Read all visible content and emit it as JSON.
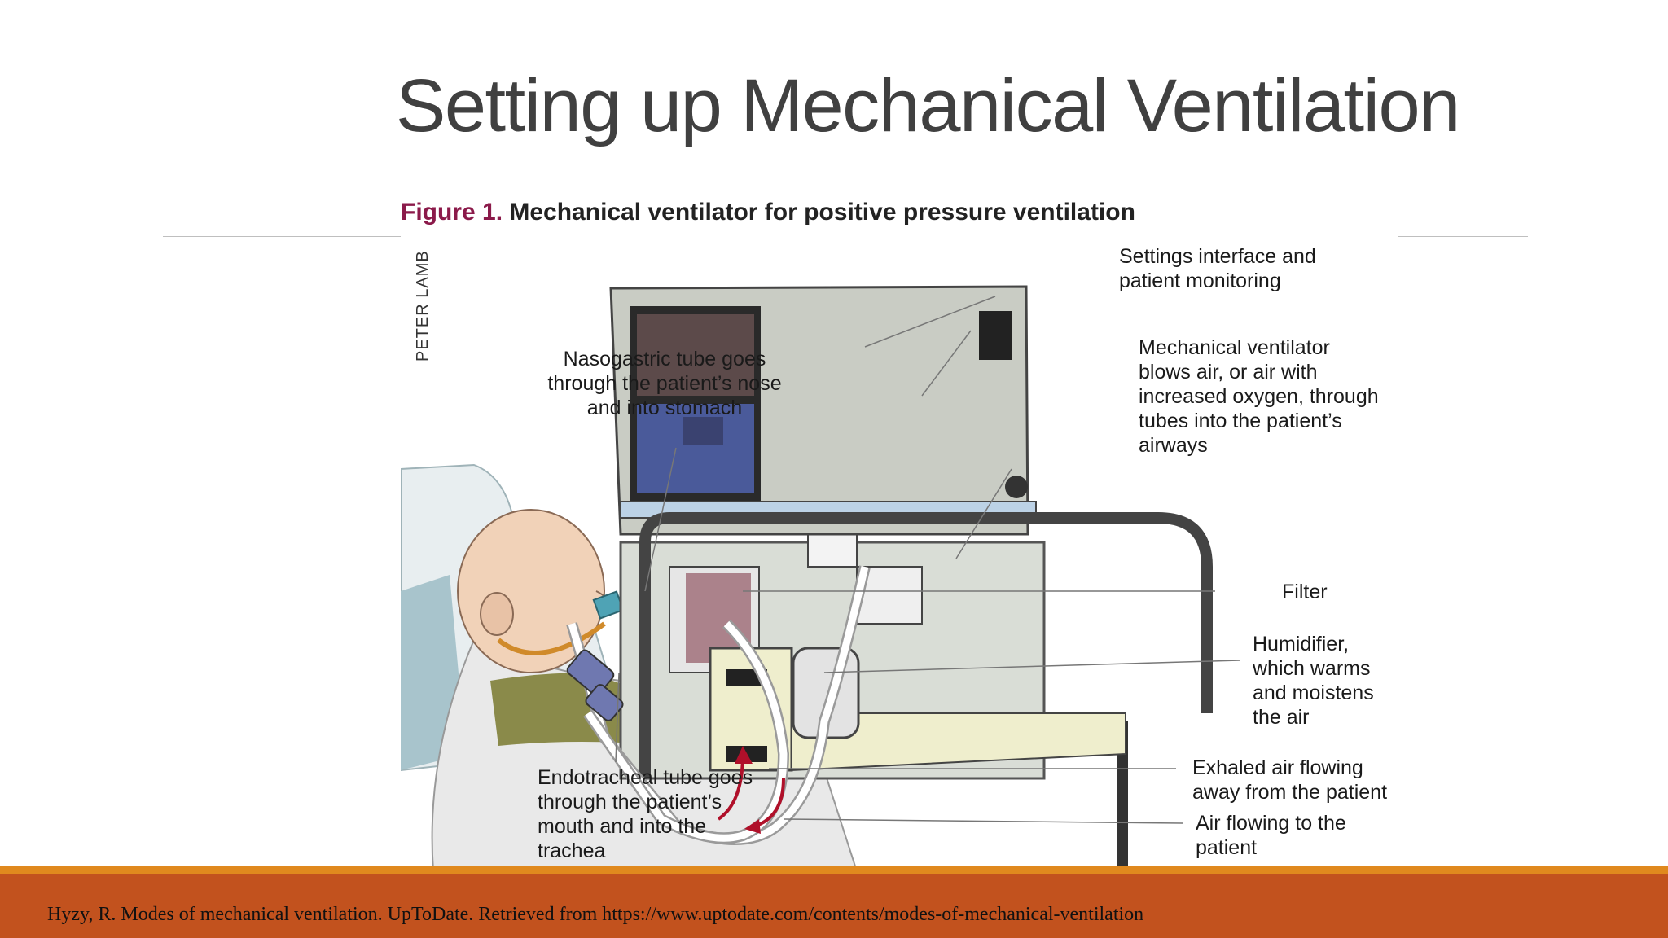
{
  "slide": {
    "title": "Setting up Mechanical Ventilation",
    "citation": "Hyzy, R. Modes of mechanical ventilation. UpToDate. Retrieved from https://www.uptodate.com/contents/modes-of-mechanical-ventilation"
  },
  "figure": {
    "caption_label": "Figure 1.",
    "caption_text": "Mechanical ventilator for positive pressure ventilation",
    "credit": "PETER LAMB",
    "labels": {
      "settings": "Settings interface and\npatient monitoring",
      "ventilator": "Mechanical ventilator\nblows air, or air with\nincreased oxygen, through\ntubes into the patient’s\nairways",
      "nasogastric": "Nasogastric tube goes\nthrough the patient’s nose\nand into stomach",
      "filter": "Filter",
      "humidifier": "Humidifier,\nwhich warms\nand moistens\nthe air",
      "exhaled": "Exhaled air flowing\naway from the patient",
      "air_in": "Air flowing to the\npatient",
      "endotracheal": "Endotracheal tube goes\nthrough the patient’s\nmouth and into the\ntrachea"
    }
  },
  "colors": {
    "title": "#404040",
    "footer": "#c2521e",
    "footer_accent": "#e0891e",
    "caption_accent": "#8b1a4a"
  }
}
